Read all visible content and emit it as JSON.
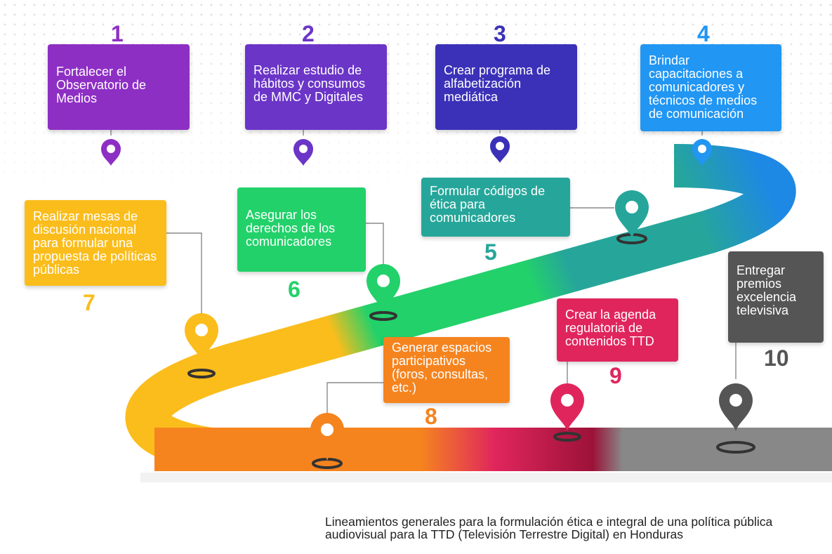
{
  "steps": [
    {
      "number": "1",
      "text": "Fortalecer el Observatorio de Medios",
      "color": "#8e2fc4"
    },
    {
      "number": "2",
      "text": "Realizar estudio de hábitos y consumos de MMC y Digitales",
      "color": "#6b35c8"
    },
    {
      "number": "3",
      "text": "Crear programa de alfabetización mediática",
      "color": "#3b31b8"
    },
    {
      "number": "4",
      "text": "Brindar capacitaciones a comunicadores y técnicos de medios de comunicación",
      "color": "#2196f3"
    },
    {
      "number": "5",
      "text": "Formular códigos de ética para comunicadores",
      "color": "#26a69a"
    },
    {
      "number": "6",
      "text": "Asegurar los derechos de los comunicadores",
      "color": "#22d16a"
    },
    {
      "number": "7",
      "text": "Realizar mesas de discusión nacional para formular una propuesta de políticas públicas",
      "color": "#fbbd1c"
    },
    {
      "number": "8",
      "text": "Generar espacios participativos (foros, consultas, etc.)",
      "color": "#f5841f"
    },
    {
      "number": "9",
      "text": "Crear la agenda regulatoria de contenidos TTD",
      "color": "#e0255d"
    },
    {
      "number": "10",
      "text": "Entregar premios excelencia televisiva",
      "color": "#555555"
    }
  ],
  "footer": "Lineamientos generales para la formulación ética e integral de una política pública audiovisual para la TTD (Televisión Terrestre Digital) en Honduras"
}
